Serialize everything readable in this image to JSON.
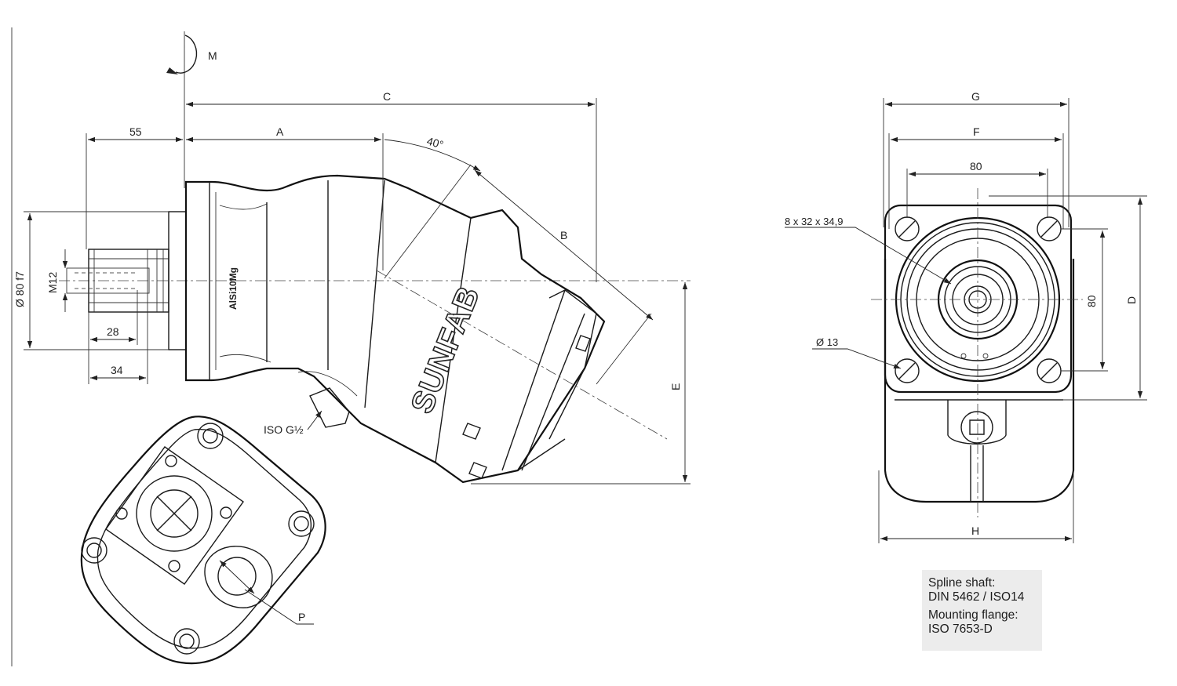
{
  "labels": {
    "rotation": "M",
    "dim_c": "C",
    "dim_a": "A",
    "dim_55": "55",
    "angle": "40°",
    "dim_b": "B",
    "dim_e": "E",
    "shaft_dia": "Ø 80 f7",
    "thread": "M12",
    "dim_28": "28",
    "dim_34": "34",
    "port": "ISO G½",
    "port_p": "P",
    "dim_g": "G",
    "dim_f": "F",
    "dim_80_h": "80",
    "dim_80_v": "80",
    "dim_d": "D",
    "dim_h": "H",
    "spline": "8 x 32 x 34,9",
    "hole": "Ø 13"
  },
  "brand": "SUNFAB",
  "casting_mark": "AlSi10Mg",
  "info": {
    "l1": "Spline shaft:",
    "l2": "DIN 5462 / ISO14",
    "l3": "Mounting flange:",
    "l4": "ISO 7653-D"
  }
}
